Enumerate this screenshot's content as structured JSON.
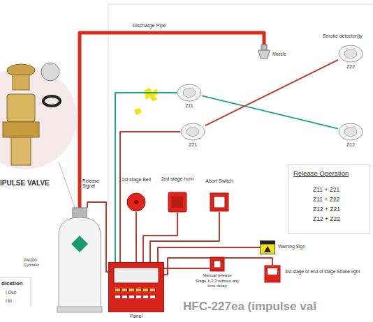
{
  "diagram": {
    "title": "HFC-227ea (impulse val",
    "nodes": [
      {
        "text": [
          "Z11"
        ]
      },
      {
        "text": [
          "Nozzle"
        ]
      },
      {
        "text": [
          "Smoke detector(ty",
          "Z22"
        ]
      },
      {
        "text": [
          "Z21"
        ]
      },
      {
        "text": [
          "Z12"
        ]
      },
      {
        "text": [
          "1st stage Bell"
        ]
      },
      {
        "text": [
          "2nd stage horn"
        ]
      },
      {
        "text": [
          "Abort Switch"
        ]
      },
      {
        "text": [
          "Release Operation",
          "Z11 + Z21",
          "Z11 + Z22",
          "Z12 + Z21",
          "Z12 + Z22"
        ]
      },
      {
        "text": [
          "IPULSE VALVE"
        ]
      },
      {
        "text": [
          "Warning Sign"
        ]
      },
      {
        "text": [
          "FM200 Cylinder"
        ]
      },
      {
        "text": [
          "Panel"
        ]
      },
      {
        "text": [
          "Manual release",
          "Stage 1,2,3 without any time delay"
        ]
      },
      {
        "text": [
          "3rd stage or end of stage Strobe light"
        ]
      }
    ],
    "edges": [
      {
        "from": 11,
        "to": 1,
        "arrow": "none",
        "label": "Discharge Pipe"
      },
      {
        "from": 0,
        "to": 4,
        "arrow": "none"
      },
      {
        "from": 2,
        "to": 3,
        "arrow": "none"
      },
      {
        "from": 0,
        "to": 12,
        "arrow": "none"
      },
      {
        "from": 3,
        "to": 12,
        "arrow": "none"
      },
      {
        "from": 5,
        "to": 12,
        "arrow": "none"
      },
      {
        "from": 6,
        "to": 12,
        "arrow": "none"
      },
      {
        "from": 7,
        "to": 12,
        "arrow": "none"
      },
      {
        "from": 13,
        "to": 12,
        "arrow": "none"
      },
      {
        "from": 14,
        "to": 12,
        "arrow": "none"
      },
      {
        "from": 10,
        "to": 12,
        "arrow": "none"
      },
      {
        "from": 12,
        "to": 11,
        "arrow": "none",
        "label": "Release Signal"
      }
    ],
    "labels": [
      "dication",
      "l Out",
      "l in"
    ]
  }
}
